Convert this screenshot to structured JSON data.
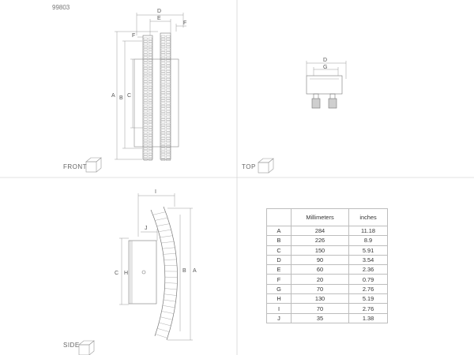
{
  "product_code": "99803",
  "views": {
    "front": "FRONT",
    "top": "TOP",
    "side": "SIDE"
  },
  "dimension_letters": [
    "A",
    "B",
    "C",
    "D",
    "E",
    "F",
    "G",
    "H",
    "I",
    "J"
  ],
  "table": {
    "headers": [
      "",
      "Millimeters",
      "inches"
    ],
    "rows": [
      {
        "key": "A",
        "mm": "284",
        "in": "11.18"
      },
      {
        "key": "B",
        "mm": "226",
        "in": "8.9"
      },
      {
        "key": "C",
        "mm": "150",
        "in": "5.91"
      },
      {
        "key": "D",
        "mm": "90",
        "in": "3.54"
      },
      {
        "key": "E",
        "mm": "60",
        "in": "2.36"
      },
      {
        "key": "F",
        "mm": "20",
        "in": "0.79"
      },
      {
        "key": "G",
        "mm": "70",
        "in": "2.76"
      },
      {
        "key": "H",
        "mm": "130",
        "in": "5.19"
      },
      {
        "key": "I",
        "mm": "70",
        "in": "2.76"
      },
      {
        "key": "J",
        "mm": "35",
        "in": "1.38"
      }
    ]
  }
}
